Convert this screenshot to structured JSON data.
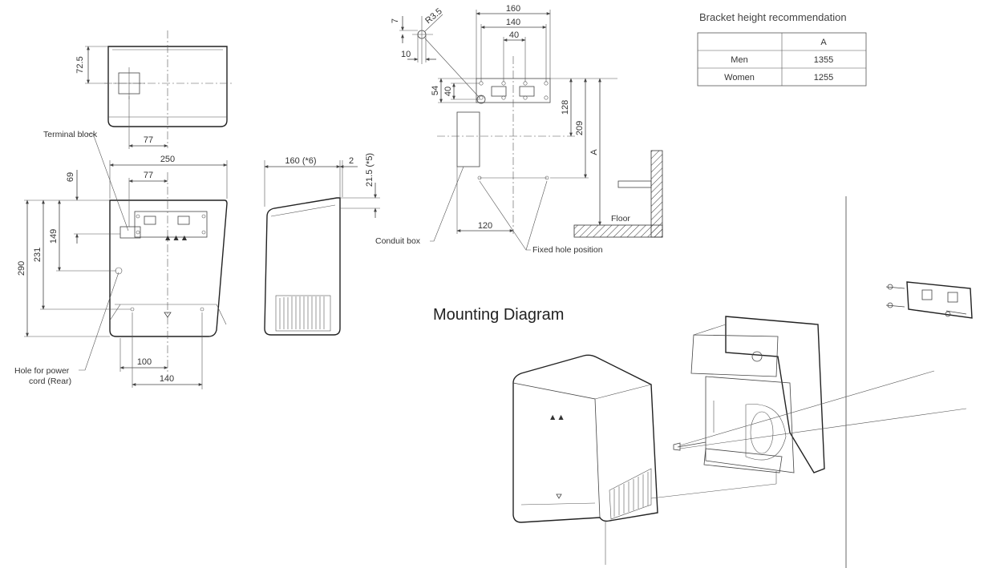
{
  "labels": {
    "terminal_block": "Terminal block",
    "hole_power_line1": "Hole for power",
    "hole_power_line2": "cord (Rear)",
    "conduit_box": "Conduit box",
    "fixed_hole": "Fixed hole position",
    "floor": "Floor",
    "mounting_diagram": "Mounting Diagram",
    "point_a": "A"
  },
  "dimensions": {
    "top_72_5": "72.5",
    "top_77": "77",
    "front_250": "250",
    "front_77": "77",
    "front_69": "69",
    "front_149": "149",
    "front_231": "231",
    "front_290": "290",
    "front_100": "100",
    "front_140": "140",
    "side_160": "160 (*6)",
    "side_2": "2",
    "side_21_5": "21.5 (*5)",
    "br_160": "160",
    "br_140": "140",
    "br_40": "40",
    "br_7": "7",
    "br_r35": "R3.5",
    "br_10": "10",
    "br_54": "54",
    "br_40v": "40",
    "br_128": "128",
    "br_209": "209",
    "br_120": "120",
    "br_A": "A"
  },
  "table": {
    "caption": "Bracket height recommendation",
    "header": [
      "",
      "A"
    ],
    "rows": [
      [
        "Men",
        "1355"
      ],
      [
        "Women",
        "1255"
      ]
    ]
  }
}
